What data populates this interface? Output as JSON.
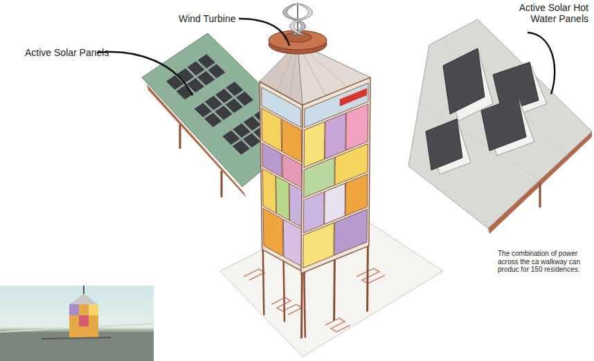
{
  "diagram": {
    "labels": [
      "Active Solar Hot Water Panels",
      "Wind Turbine",
      "Active Solar Panels",
      "The combination of power across the ca walkway can produc for 150 residences."
    ]
  }
}
